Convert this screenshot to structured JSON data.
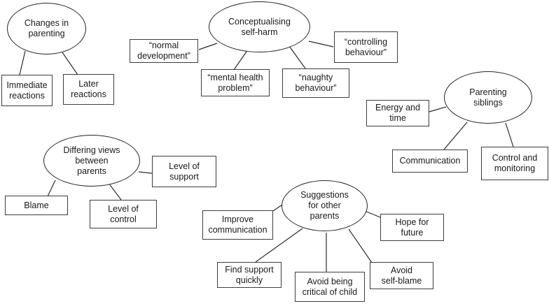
{
  "figure": {
    "type": "concept-map",
    "colors": {
      "background": "#ffffff",
      "node_fill": "#ffffff",
      "ellipse_stroke": "#262626",
      "box_stroke": "#3d3d3d",
      "line_stroke": "#2b2b2b",
      "text": "#1a1a1a"
    }
  },
  "diagram": {
    "clusters": [
      {
        "theme": "Changes in\nparenting",
        "subthemes": [
          "Immediate\nreactions",
          "Later\nreactions"
        ]
      },
      {
        "theme": "Conceptualising\nself-harm",
        "subthemes": [
          "“normal\ndevelopment”",
          "“mental health\nproblem”",
          "“naughty\nbehaviour”",
          "“controlling\nbehaviour”"
        ]
      },
      {
        "theme": "Parenting\nsiblings",
        "subthemes": [
          "Energy and\ntime",
          "Communication",
          "Control and\nmonitoring"
        ]
      },
      {
        "theme": "Differing views\nbetween\nparents",
        "subthemes": [
          "Blame",
          "Level of\ncontrol",
          "Level of\nsupport"
        ]
      },
      {
        "theme": "Suggestions\nfor other\nparents",
        "subthemes": [
          "Improve\ncommunication",
          "Find support\nquickly",
          "Avoid being\ncritical of child",
          "Avoid\nself-blame",
          "Hope for\nfuture"
        ]
      }
    ]
  }
}
